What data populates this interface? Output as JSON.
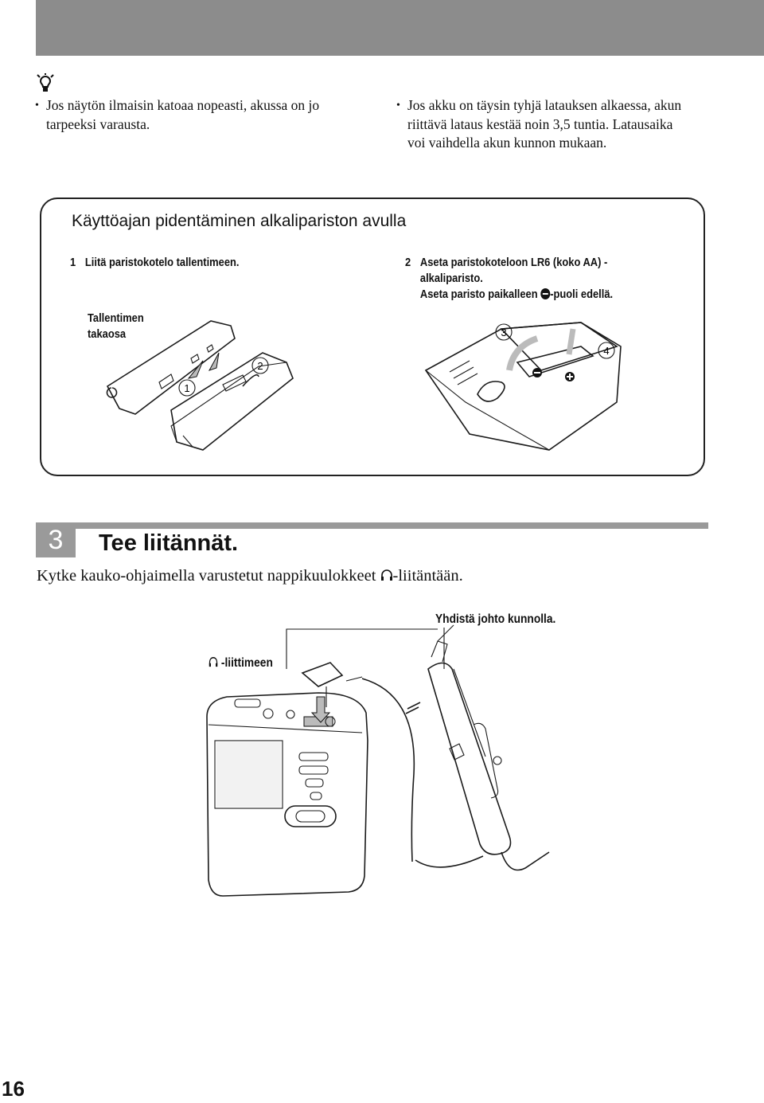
{
  "tips": [
    {
      "bullet": "•",
      "text": "Jos näytön ilmaisin katoaa nopeasti, akussa on jo tarpeeksi varausta."
    },
    {
      "bullet": "•",
      "text": "Jos akku on täysin tyhjä latauksen alkaessa, akun riittävä lataus kestää noin 3,5 tuntia. Latausaika voi vaihdella akun kunnon mukaan."
    }
  ],
  "battery_box": {
    "title": "Käyttöajan pidentäminen alkalipariston avulla",
    "step1": {
      "num": "1",
      "text": "Liitä paristokotelo tallentimeen."
    },
    "step2": {
      "num": "2",
      "line1": "Aseta paristokoteloon LR6 (koko AA) -",
      "line2": "alkaliparisto.",
      "line3a": "Aseta paristo paikalleen ",
      "line3b": "-puoli edellä."
    },
    "back_label_1": "Tallentimen",
    "back_label_2": "takaosa",
    "callouts": [
      "1",
      "2",
      "3",
      "4"
    ]
  },
  "section": {
    "number": "3",
    "title": "Tee liitännät.",
    "text_before": "Kytke kauko-ohjaimella varustetut nappikuulokkeet ",
    "text_after": "-liitäntään."
  },
  "figure_labels": {
    "check": "Yhdistä johto kunnolla.",
    "jack": "-liittimeen"
  },
  "page_number": "16",
  "icons": [
    "tip-icon",
    "headphone-icon",
    "minus-terminal-icon"
  ]
}
